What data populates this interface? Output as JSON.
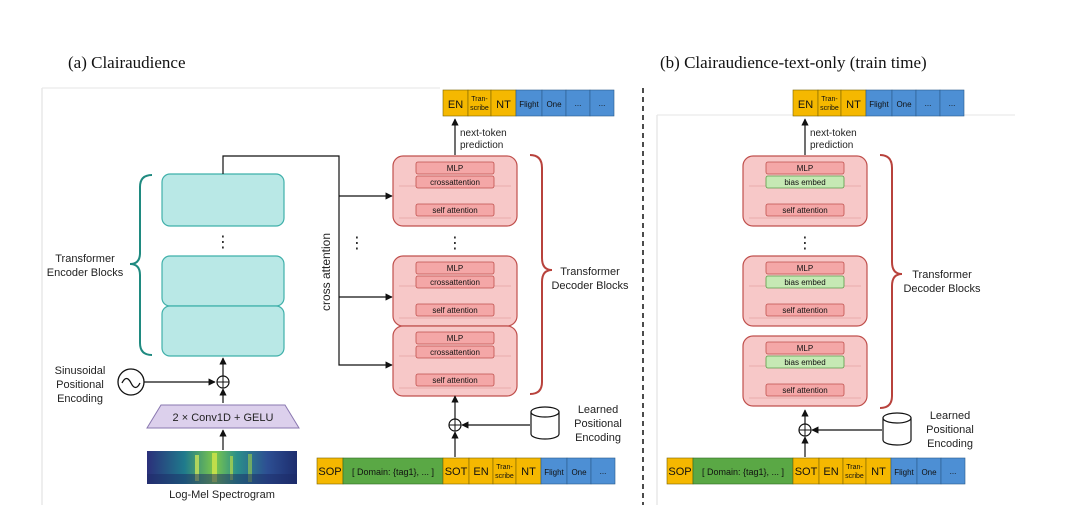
{
  "panel_a": {
    "title": "(a) Clairaudience",
    "encoder_label_1": "Transformer",
    "encoder_label_2": "Encoder Blocks",
    "encoder_dots": "⋮",
    "sinusoidal_1": "Sinusoidal",
    "sinusoidal_2": "Positional",
    "sinusoidal_3": "Encoding",
    "conv_label": "2 × Conv1D + GELU",
    "spectrogram_label": "Log-Mel Spectrogram",
    "cross_attention_label": "cross attention",
    "side_dots": "⋮",
    "decoder_dots": "⋮",
    "decoder_label_1": "Transformer",
    "decoder_label_2": "Decoder Blocks",
    "blocks": [
      {
        "mlp": "MLP",
        "middle": "crossattention",
        "self": "self attention"
      },
      {
        "mlp": "MLP",
        "middle": "crossattention",
        "self": "self attention"
      },
      {
        "mlp": "MLP",
        "middle": "crossattention",
        "self": "self attention"
      }
    ],
    "next_token_1": "next-token",
    "next_token_2": "prediction",
    "learned_1": "Learned",
    "learned_2": "Positional",
    "learned_3": "Encoding",
    "output_tokens": {
      "en": "EN",
      "transcribe_1": "Tran-",
      "transcribe_2": "scribe",
      "nt": "NT",
      "flight": "Flight",
      "one": "One",
      "ellipsis_1": "...",
      "ellipsis_2": "..."
    },
    "input_tokens": {
      "sop": "SOP",
      "domain": "[ Domain: {tag1}, ... ]",
      "sot": "SOT",
      "en": "EN",
      "transcribe_1": "Tran-",
      "transcribe_2": "scribe",
      "nt": "NT",
      "flight": "Flight",
      "one": "One",
      "ellipsis": "..."
    }
  },
  "panel_b": {
    "title": "(b) Clairaudience-text-only (train time)",
    "decoder_dots": "⋮",
    "decoder_label_1": "Transformer",
    "decoder_label_2": "Decoder Blocks",
    "blocks": [
      {
        "mlp": "MLP",
        "middle": "bias embed",
        "self": "self attention"
      },
      {
        "mlp": "MLP",
        "middle": "bias embed",
        "self": "self attention"
      },
      {
        "mlp": "MLP",
        "middle": "bias embed",
        "self": "self attention"
      }
    ],
    "next_token_1": "next-token",
    "next_token_2": "prediction",
    "learned_1": "Learned",
    "learned_2": "Positional",
    "learned_3": "Encoding",
    "output_tokens": {
      "en": "EN",
      "transcribe_1": "Tran-",
      "transcribe_2": "scribe",
      "nt": "NT",
      "flight": "Flight",
      "one": "One",
      "ellipsis_1": "...",
      "ellipsis_2": "..."
    },
    "input_tokens": {
      "sop": "SOP",
      "domain": "[ Domain: {tag1}, ... ]",
      "sot": "SOT",
      "en": "EN",
      "transcribe_1": "Tran-",
      "transcribe_2": "scribe",
      "nt": "NT",
      "flight": "Flight",
      "one": "One",
      "ellipsis": "..."
    }
  },
  "colors": {
    "encoder_fill": "#b9e8e6",
    "encoder_stroke": "#3fb0aa",
    "brace_teal": "#1f8a80",
    "block_fill": "#f7c8c8",
    "block_stroke": "#c0504d",
    "sub_fill": "#f4a7a7",
    "bias_fill": "#c6e9b4",
    "token_yellow": "#f5b800",
    "token_green": "#5aa845",
    "token_blue": "#4d8fd4",
    "conv_fill": "#dcd0ec"
  }
}
